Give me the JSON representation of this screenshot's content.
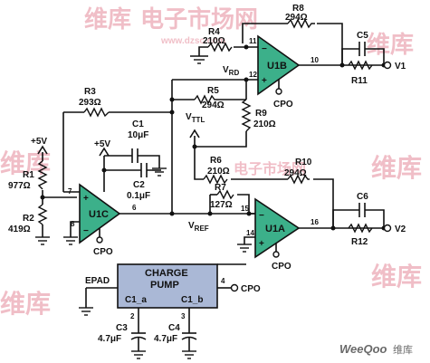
{
  "watermark": {
    "top_cn": "电子市场网",
    "url": "www.dzsc.com",
    "left_cn": "维库",
    "right_cn": "维库",
    "mid_cn": "维库",
    "weiku": "维库",
    "center_cn": "电子市场网"
  },
  "logo": {
    "text": "WeeQoo",
    "cn": "维库"
  },
  "rails": {
    "plus5": "+5V",
    "vttl": "V",
    "vttl_sub": "TTL",
    "vref": "V",
    "vref_sub": "REF",
    "vrd": "V",
    "vrd_sub": "RD"
  },
  "amps": {
    "u1b": "U1B",
    "u1c": "U1C",
    "u1a": "U1A",
    "cpo": "CPO"
  },
  "resistors": {
    "r8": [
      "R8",
      "294Ω"
    ],
    "r4": [
      "R4",
      "210Ω"
    ],
    "r5": [
      "R5",
      "294Ω"
    ],
    "r9": [
      "R9",
      "210Ω"
    ],
    "r3": [
      "R3",
      "293Ω"
    ],
    "r11": [
      "R11"
    ],
    "r1": [
      "R1",
      "977Ω"
    ],
    "r2": [
      "R2",
      "419Ω"
    ],
    "r6": [
      "R6",
      "210Ω"
    ],
    "r10": [
      "R10",
      "294Ω"
    ],
    "r7": [
      "R7",
      "127Ω"
    ],
    "r12": [
      "R12"
    ]
  },
  "capacitors": {
    "c1": [
      "C1",
      "10μF"
    ],
    "c2": [
      "C2",
      "0.1μF"
    ],
    "c5": [
      "C5"
    ],
    "c6": [
      "C6"
    ],
    "c3": [
      "C3",
      "4.7μF"
    ],
    "c4": [
      "C4",
      "4.7μF"
    ]
  },
  "pins": {
    "p11": "11",
    "p12": "12",
    "p10": "10",
    "p7": "7",
    "p8": "8",
    "p6": "6",
    "p15": "15",
    "p14": "14",
    "p16": "16",
    "p4": "4",
    "p2": "2",
    "p3": "3"
  },
  "outputs": {
    "v1": "V1",
    "v2": "V2"
  },
  "pump": {
    "title1": "CHARGE",
    "title2": "PUMP",
    "c1a": "C1_a",
    "c1b": "C1_b",
    "epad": "EPAD",
    "cpo": "CPO"
  }
}
